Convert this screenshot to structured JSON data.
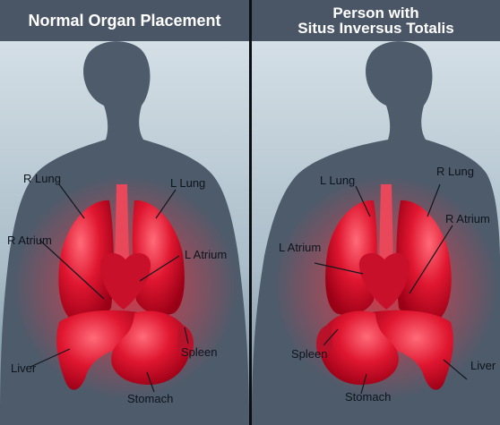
{
  "left_panel": {
    "title": "Normal Organ Placement",
    "labels": {
      "r_lung": "R Lung",
      "l_lung": "L Lung",
      "r_atrium": "R Atrium",
      "l_atrium": "L Atrium",
      "spleen": "Spleen",
      "liver": "Liver",
      "stomach": "Stomach"
    }
  },
  "right_panel": {
    "title_line1": "Person with",
    "title_line2": "Situs Inversus Totalis",
    "labels": {
      "l_lung": "L Lung",
      "r_lung": "R Lung",
      "r_atrium": "R Atrium",
      "l_atrium": "L Atrium",
      "spleen": "Spleen",
      "liver": "Liver",
      "stomach": "Stomach"
    }
  },
  "colors": {
    "header_bg": "#4a5566",
    "background_light": "#c9d6df",
    "background_dark": "#6d8392",
    "silhouette": "#4e5b6b",
    "organ_red": "#d8102a",
    "glow": "#ff3040",
    "divider": "#0b0f14"
  }
}
